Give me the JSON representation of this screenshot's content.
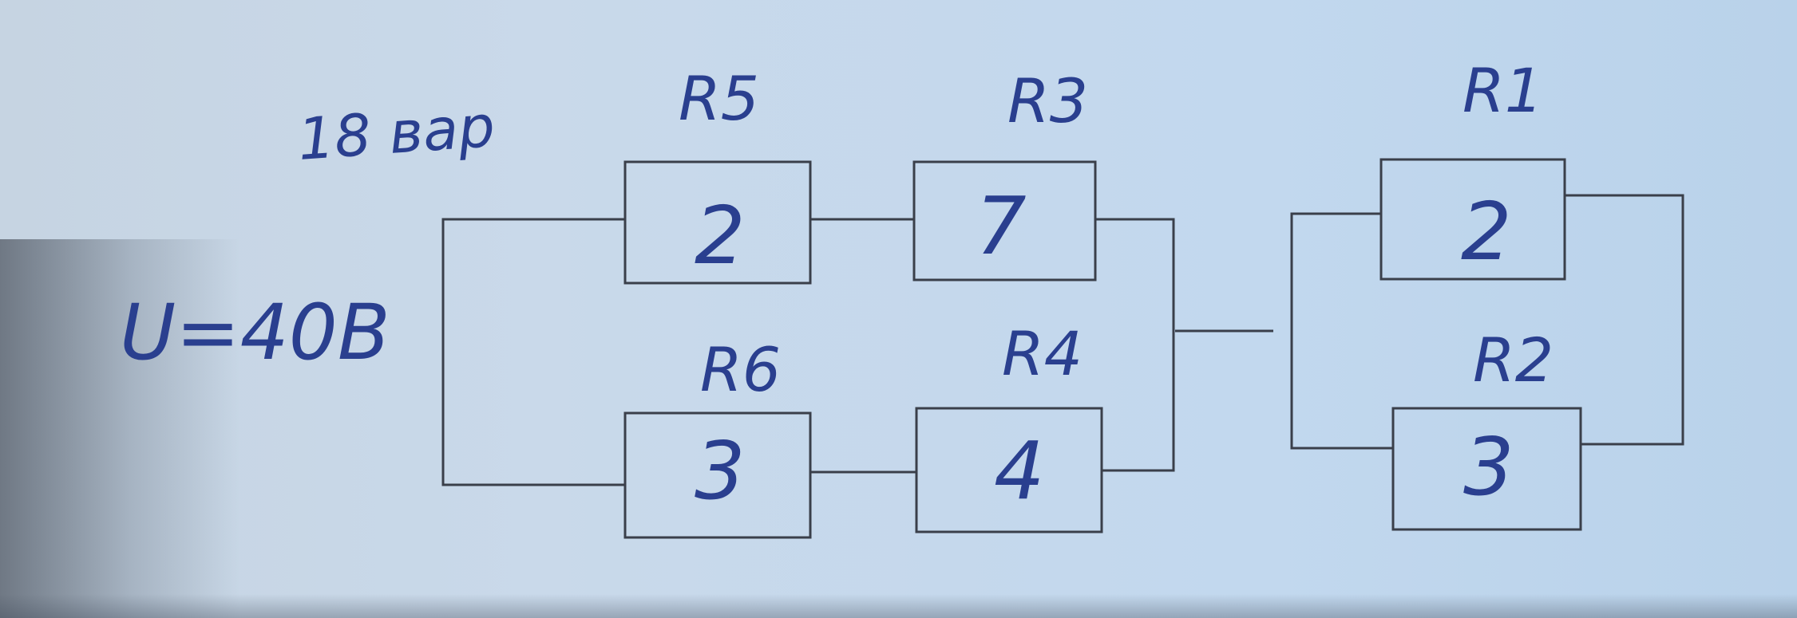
{
  "variant_label": "18 вар",
  "voltage_label": "U=40B",
  "resistors": [
    {
      "name": "R5",
      "value": "2"
    },
    {
      "name": "R3",
      "value": "7"
    },
    {
      "name": "R6",
      "value": "3"
    },
    {
      "name": "R4",
      "value": "4"
    },
    {
      "name": "R1",
      "value": "2"
    },
    {
      "name": "R2",
      "value": "3"
    }
  ],
  "colors": {
    "ink": "#2a3f8f",
    "print": "#3a3f4a",
    "paper": "#c9d9ea"
  }
}
